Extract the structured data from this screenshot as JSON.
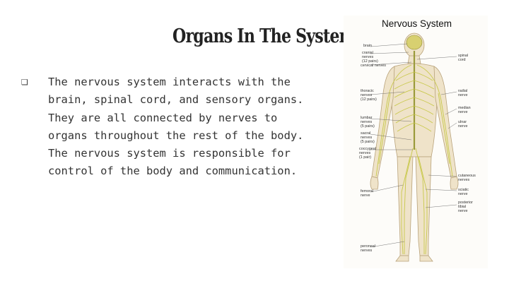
{
  "slide": {
    "title": "Organs In The System",
    "bullet_icon": "checkbox-bullet-icon",
    "bullet_text": "The nervous system interacts with the\nbrain, spinal cord, and sensory organs.\nThey are all connected by nerves to\norgans throughout the rest of the body.\nThe nervous system is responsible for\ncontrol of the body and communication."
  },
  "figure": {
    "title": "Nervous System",
    "labels_left": {
      "brain": "brain",
      "cranial": "cranial\nnerves\n(12 pairs)",
      "cervical": "cervical nerves",
      "thoracic": "thoracic\nnerves\n(12 pairs)",
      "lumbar": "lumbar\nnerves\n(5 pairs)",
      "sacral": "sacral\nnerves\n(5 pairs)",
      "coccygeal": "coccygeal\nnerves\n(1 pair)",
      "femoral": "femoral\nnerve",
      "peroneal": "peroneal\nnerves"
    },
    "labels_right": {
      "spinal_cord": "spinal\ncord",
      "radial": "radial\nnerve",
      "median": "median\nnerve",
      "ulnar": "ulnar\nnerve",
      "cutaneous": "cutaneous\nnerves",
      "sciatic": "sciatic\nnerve",
      "tibial": "posterior\ntibial\nnerve"
    },
    "colors": {
      "skin": "#efe3c9",
      "skin_outline": "#b8a27a",
      "nerve": "#c8c84a",
      "spine": "#9a9a3a"
    }
  }
}
